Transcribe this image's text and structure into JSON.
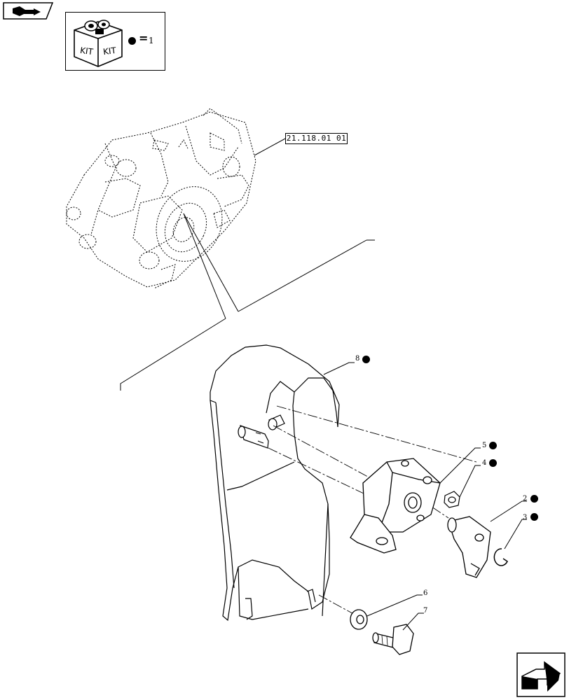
{
  "kit_legend": {
    "kit_label_left": "KIT",
    "kit_label_right": "KIT",
    "equals": "=",
    "quantity": "1"
  },
  "reference": {
    "label": "21.118.01 01"
  },
  "callouts": [
    {
      "id": "8",
      "label": "8",
      "kit": true
    },
    {
      "id": "5",
      "label": "5",
      "kit": true
    },
    {
      "id": "4",
      "label": "4",
      "kit": true
    },
    {
      "id": "2",
      "label": "2",
      "kit": true
    },
    {
      "id": "3",
      "label": "3",
      "kit": true
    },
    {
      "id": "6",
      "label": "6",
      "kit": false
    },
    {
      "id": "7",
      "label": "7",
      "kit": false
    }
  ],
  "icons": {
    "back": "back-arrow-icon",
    "next": "next-arrow-icon",
    "kit": "kit-box-icon"
  }
}
